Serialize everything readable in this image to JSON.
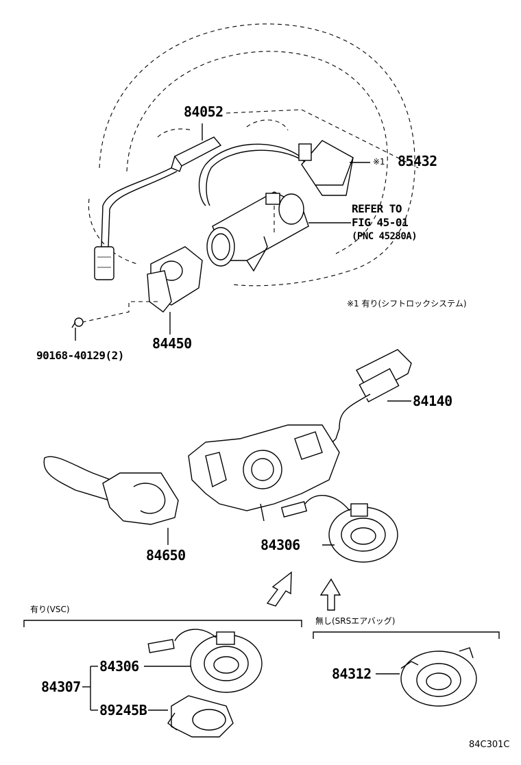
{
  "labels": {
    "p84052": "84052",
    "p85432": "85432",
    "mark1": "※1",
    "refer1": "REFER TO",
    "refer2": "FIG 45-01",
    "refer3": "(PNC 45280A)",
    "note1": "※1 有り(シフトロックシステム)",
    "p84450": "84450",
    "bolt": "90168-40129(2)",
    "p84140": "84140",
    "p84650": "84650",
    "p84306a": "84306",
    "withVSC": "有り(VSC)",
    "noSRS": "無し(SRSエアバッグ)",
    "p84307": "84307",
    "p84306b": "84306",
    "p89245": "89245B",
    "p84312": "84312",
    "figcode": "84C301C"
  }
}
